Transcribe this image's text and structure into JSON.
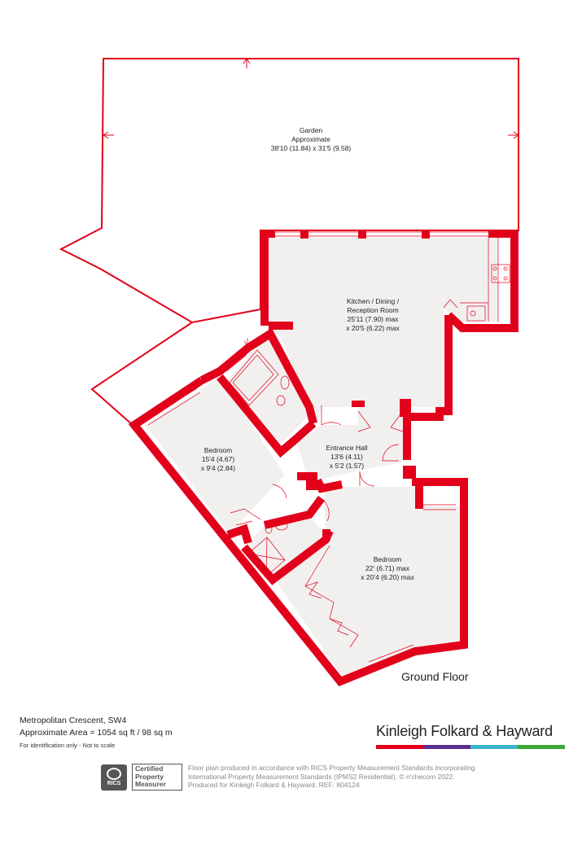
{
  "floor_label": "Ground Floor",
  "rooms": {
    "garden": {
      "line1": "Garden",
      "line2": "Approximate",
      "line3": "38'10 (11.84)  x 31'5 (9.58)"
    },
    "kitchen": {
      "line1": "Kitchen / Dining /",
      "line2": "Reception Room",
      "line3": "25'11 (7.90) max",
      "line4": "x 20'5 (6.22) max"
    },
    "bedroom_left": {
      "line1": "Bedroom",
      "line2": "15'4 (4.67)",
      "line3": "x 9'4 (2.84)"
    },
    "entrance_hall": {
      "line1": "Entrance Hall",
      "line2": "13'6 (4.11)",
      "line3": "x 5'2 (1.57)"
    },
    "bedroom_main": {
      "line1": "Bedroom",
      "line2": "22' (6.71) max",
      "line3": "x 20'4 (6.20) max"
    }
  },
  "footer": {
    "address": "Metropolitan Crescent, SW4",
    "area": "Approximate Area = 1054 sq ft / 98 sq m",
    "note": "For identification only - Not to scale"
  },
  "brand": {
    "name": "Kinleigh Folkard & Hayward",
    "bar_colors": [
      "#e2001a",
      "#5b2d8e",
      "#3cb4c8",
      "#3aa935"
    ]
  },
  "rics": {
    "logo_text": "RICS",
    "cert_line1": "Certified",
    "cert_line2": "Property",
    "cert_line3": "Measurer"
  },
  "disclaimer": {
    "line1": "Floor plan produced in accordance with RICS Property Measurement Standards incorporating",
    "line2": "International Property Measurement Standards (IPMS2 Residential).  © n'checom 2022.",
    "line3": "Produced for Kinleigh Folkard & Hayward.   REF: 804124"
  },
  "colors": {
    "wall": "#e2001a",
    "floor": "#f1f0ef"
  }
}
